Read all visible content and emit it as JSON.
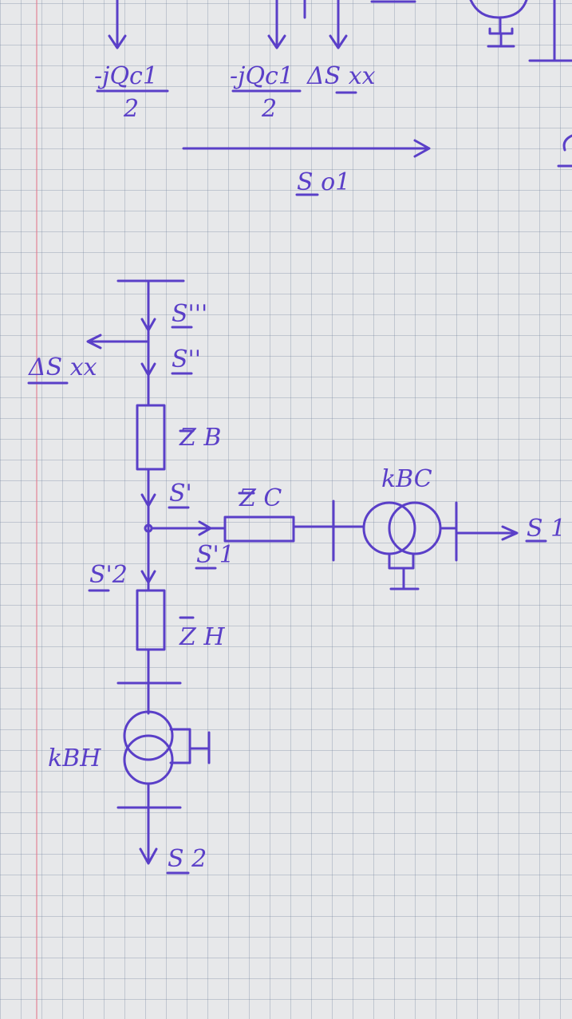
{
  "labels": {
    "top_frac1_num": "-jQc1",
    "top_frac1_den": "2",
    "top_frac2_num": "-jQc1",
    "top_frac2_den": "2",
    "top_ds_xx": "ΔS xx",
    "top_s01": "S o1",
    "s_triple": "S'''",
    "s_double": "S''",
    "ds_xx_left": "ΔS xx",
    "z_b": "Z B",
    "s_prime": "S'",
    "z_c": "Z C",
    "k_bc": "kBC",
    "s1_out": "S 1",
    "s1_prime": "S'1",
    "s2_prime": "S'2",
    "z_h": "Z H",
    "k_bh": "kBH",
    "s2_out": "S 2"
  },
  "colors": {
    "ink": "#5a3fc8",
    "paper": "#e7e8ea",
    "grid": "#8a9ab0",
    "margin": "#e6788c"
  }
}
